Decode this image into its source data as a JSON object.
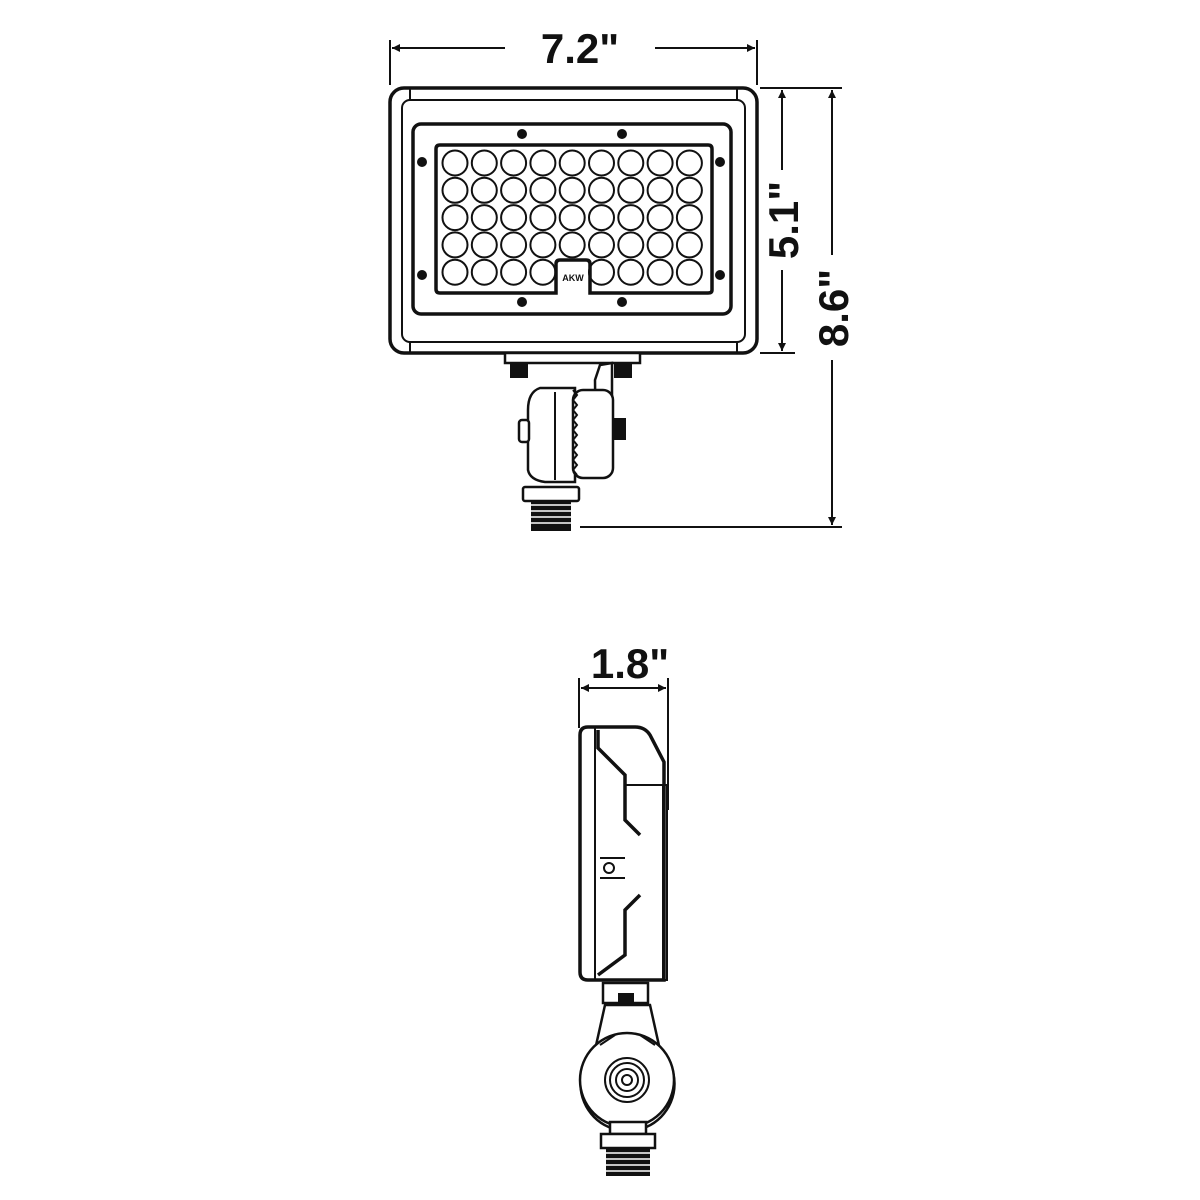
{
  "dimensions": {
    "width": "7.2\"",
    "lens_height": "5.1\"",
    "total_height": "8.6\"",
    "depth": "1.8\""
  },
  "front_view": {
    "led_rows": 5,
    "led_columns": 9,
    "logo_text": "AKW"
  },
  "colors": {
    "line": "#111111",
    "background": "#ffffff"
  }
}
